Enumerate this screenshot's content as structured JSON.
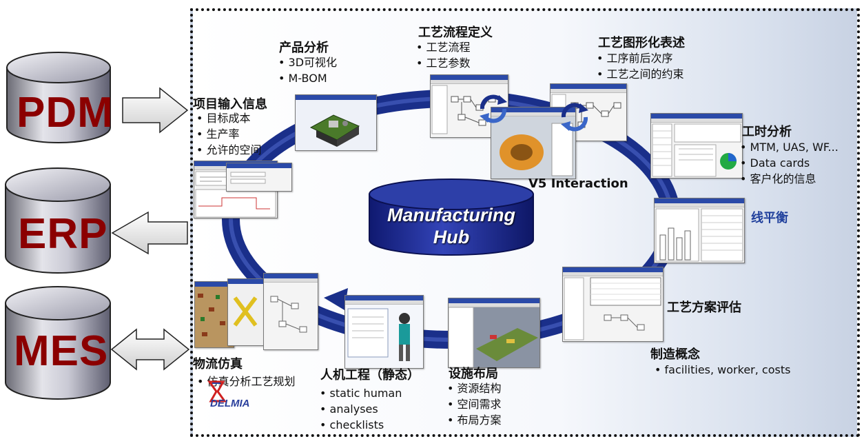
{
  "systems": {
    "pdm": "PDM",
    "erp": "ERP",
    "mes": "MES"
  },
  "hub": {
    "line1": "Manufacturing",
    "line2": "Hub",
    "interaction": "V5 Interaction"
  },
  "project_input": {
    "title": "项目输入信息",
    "items": [
      "目标成本",
      "生产率",
      "允许的空间"
    ]
  },
  "product_analysis": {
    "title": "产品分析",
    "items": [
      "3D可视化",
      "M-BOM"
    ]
  },
  "process_flow": {
    "title": "工艺流程定义",
    "items": [
      "工艺流程",
      "工艺参数"
    ]
  },
  "process_graphic": {
    "title": "工艺图形化表述",
    "items": [
      "工序前后次序",
      "工艺之间的约束"
    ]
  },
  "time_analysis": {
    "title": "工时分析",
    "items": [
      "MTM, UAS, WF...",
      "Data cards",
      "客户化的信息"
    ]
  },
  "line_balance": {
    "title": "线平衡"
  },
  "process_eval": {
    "title": "工艺方案评估"
  },
  "manufacturing_concept": {
    "title": "制造概念",
    "items": [
      "facilities, worker, costs"
    ]
  },
  "facility_layout": {
    "title": "设施布局",
    "items": [
      "资源结构",
      "空间需求",
      "布局方案"
    ]
  },
  "ergonomics": {
    "title": "人机工程（静态）",
    "items": [
      "static human",
      "analyses",
      "checklists"
    ]
  },
  "logistics": {
    "title": "物流仿真",
    "items": [
      "仿真分析工艺规划"
    ]
  },
  "brand": {
    "logo_text": "DELMIA"
  },
  "colors": {
    "system_text": "#8b0000",
    "hub_fill": "#1c2a8c",
    "ring": "#1a2f8a",
    "accent_blue": "#1f3f9c"
  },
  "icons": {
    "sync": "circular-arrows-icon",
    "arrow_right": "outline-arrow-right",
    "arrow_left": "outline-arrow-left",
    "arrow_both": "outline-arrow-both"
  }
}
